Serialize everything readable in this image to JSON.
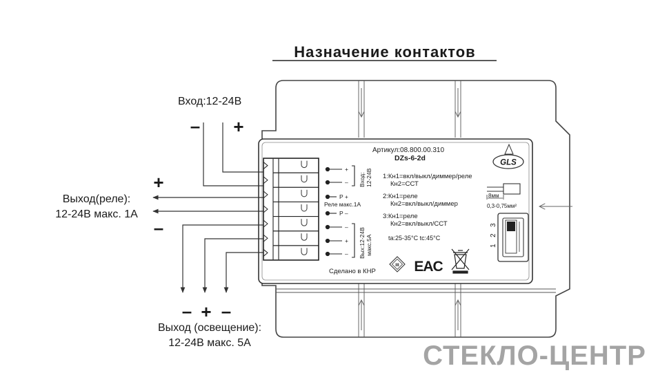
{
  "title": "Назначение контактов",
  "input": {
    "label": "Вход:12-24В",
    "minus": "–",
    "plus": "+"
  },
  "relay_output": {
    "line1": "Выход(реле):",
    "line2": "12-24В макс. 1А",
    "plus": "+",
    "minus": "–"
  },
  "light_output": {
    "line1": "Выход (освещение):",
    "line2": "12-24В  макс. 5А",
    "signs": [
      "–",
      "+",
      "–"
    ]
  },
  "device": {
    "article": "Артикул:08.800.00.310",
    "model": "DZs-6-2d",
    "logo": "GLS",
    "terminals": {
      "in_plus": "+",
      "in_minus": "–",
      "in_label_a": "Вход:",
      "in_label_b": "12-24В",
      "relay_plus": "P +",
      "relay_minus": "P –",
      "relay_max": "Реле макс.1А",
      "out_plus": "+",
      "out_minus_1": "–",
      "out_minus_2": "–",
      "out_label_a": "Вых:12-24В",
      "out_label_b": "макс.5А"
    },
    "modes": [
      {
        "line1": "1:Кн1=вкл/выкл/диммер/реле",
        "line2": "Кн2=ССТ"
      },
      {
        "line1": "2:Кн1=реле",
        "line2": "Кн2=вкл/выкл/диммер"
      },
      {
        "line1": "3:Кн1=реле",
        "line2": "Кн2=вкл/выкл/ССТ"
      }
    ],
    "temps": "ta:25-35°C  tc:45°C",
    "strip_length": "8мм",
    "wire_section": "0,3-0,75мм²",
    "switch_positions": [
      "3",
      "2",
      "1"
    ],
    "made_in": "Сделано в КНР",
    "class_mark": "III",
    "eac": "EAC"
  },
  "watermark": "СТЕКЛО-ЦЕНТР"
}
